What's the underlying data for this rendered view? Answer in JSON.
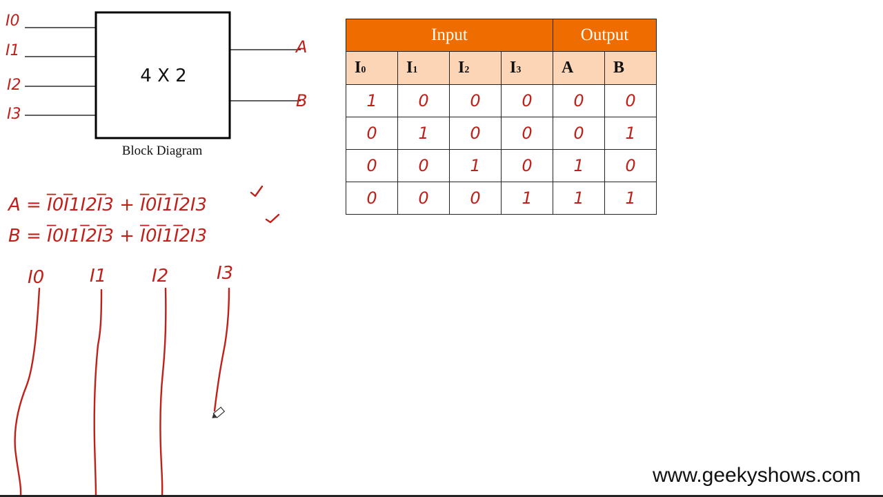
{
  "block": {
    "label": "4 X 2",
    "caption": "Block Diagram",
    "inputs": [
      "I0",
      "I1",
      "I2",
      "I3"
    ],
    "outputs": [
      "A",
      "B"
    ]
  },
  "table": {
    "group_headers": [
      {
        "label": "Input",
        "span": 4
      },
      {
        "label": "Output",
        "span": 2
      }
    ],
    "columns": [
      {
        "main": "I",
        "sub": "0"
      },
      {
        "main": "I",
        "sub": "1"
      },
      {
        "main": "I",
        "sub": "2"
      },
      {
        "main": "I",
        "sub": "3"
      },
      {
        "main": "A",
        "sub": ""
      },
      {
        "main": "B",
        "sub": ""
      }
    ],
    "rows": [
      [
        "1",
        "0",
        "0",
        "0",
        "0",
        "0"
      ],
      [
        "0",
        "1",
        "0",
        "0",
        "0",
        "1"
      ],
      [
        "0",
        "0",
        "1",
        "0",
        "1",
        "0"
      ],
      [
        "0",
        "0",
        "0",
        "1",
        "1",
        "1"
      ]
    ]
  },
  "equations": {
    "A": "A = I̅0I̅1I2I̅3 + I̅0I̅1I̅2I3",
    "B": "B = I̅0I1I̅2I̅3 + I̅0I̅1I̅2I3"
  },
  "lines": [
    "I0",
    "I1",
    "I2",
    "I3"
  ],
  "watermark": "www.geekyshows.com",
  "colors": {
    "header": "#ef6c00",
    "subheader": "#fbd5b5",
    "ink": "#c0201a"
  }
}
